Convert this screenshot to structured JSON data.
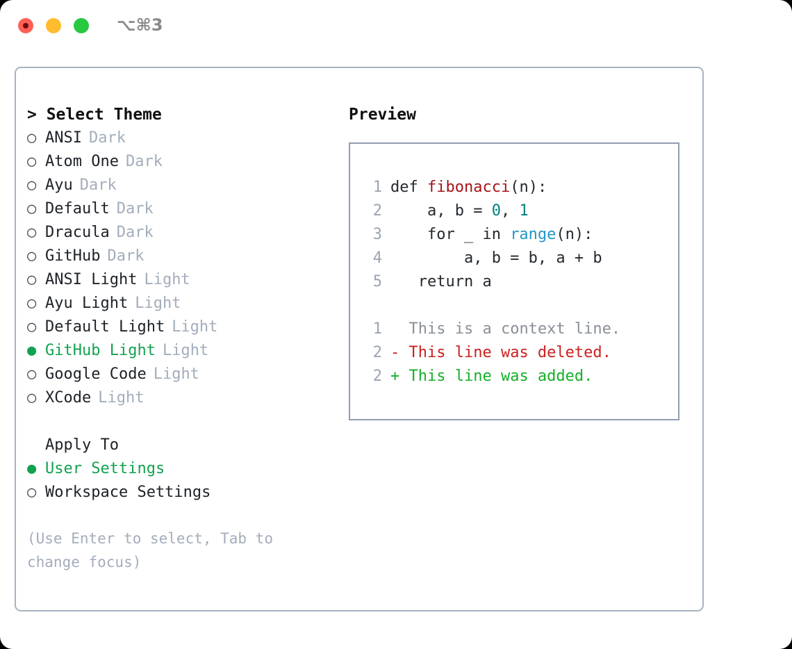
{
  "titlebar": {
    "shortcut": "⌥⌘3",
    "buttons": [
      {
        "name": "close",
        "color": "#ff5f57"
      },
      {
        "name": "minimize",
        "color": "#febc2e"
      },
      {
        "name": "zoom",
        "color": "#28c840"
      }
    ]
  },
  "theme_picker": {
    "title": "> Select Theme",
    "items": [
      {
        "bullet": "○",
        "label": "ANSI",
        "tag": "Dark",
        "selected": false
      },
      {
        "bullet": "○",
        "label": "Atom One",
        "tag": "Dark",
        "selected": false
      },
      {
        "bullet": "○",
        "label": "Ayu",
        "tag": "Dark",
        "selected": false
      },
      {
        "bullet": "○",
        "label": "Default",
        "tag": "Dark",
        "selected": false
      },
      {
        "bullet": "○",
        "label": "Dracula",
        "tag": "Dark",
        "selected": false
      },
      {
        "bullet": "○",
        "label": "GitHub",
        "tag": "Dark",
        "selected": false
      },
      {
        "bullet": "○",
        "label": "ANSI Light",
        "tag": "Light",
        "selected": false
      },
      {
        "bullet": "○",
        "label": "Ayu Light",
        "tag": "Light",
        "selected": false
      },
      {
        "bullet": "○",
        "label": "Default Light",
        "tag": "Light",
        "selected": false
      },
      {
        "bullet": "●",
        "label": "GitHub Light",
        "tag": "Light",
        "selected": true
      },
      {
        "bullet": "○",
        "label": "Google Code",
        "tag": "Light",
        "selected": false
      },
      {
        "bullet": "○",
        "label": "XCode",
        "tag": "Light",
        "selected": false
      }
    ]
  },
  "apply_to": {
    "title": "Apply To",
    "options": [
      {
        "bullet": "●",
        "label": "User Settings",
        "selected": true
      },
      {
        "bullet": "○",
        "label": "Workspace Settings",
        "selected": false
      }
    ]
  },
  "hint": "(Use Enter to select, Tab to change focus)",
  "preview": {
    "title": "Preview",
    "code_lines": [
      {
        "num": "1",
        "parts": [
          {
            "t": "def ",
            "c": "plain"
          },
          {
            "t": "fibonacci",
            "c": "fn"
          },
          {
            "t": "(n):",
            "c": "plain"
          }
        ]
      },
      {
        "num": "2",
        "parts": [
          {
            "t": "    a, b = ",
            "c": "plain"
          },
          {
            "t": "0",
            "c": "num"
          },
          {
            "t": ", ",
            "c": "plain"
          },
          {
            "t": "1",
            "c": "num"
          }
        ]
      },
      {
        "num": "3",
        "parts": [
          {
            "t": "    for _ in ",
            "c": "plain"
          },
          {
            "t": "range",
            "c": "call"
          },
          {
            "t": "(n):",
            "c": "plain"
          }
        ]
      },
      {
        "num": "4",
        "parts": [
          {
            "t": "        a, b = b, a + b",
            "c": "plain"
          }
        ]
      },
      {
        "num": "5",
        "parts": [
          {
            "t": "   return a",
            "c": "plain"
          }
        ]
      }
    ],
    "diff_lines": [
      {
        "num": "1",
        "marker": "  ",
        "text": "This is a context line.",
        "kind": "ctx"
      },
      {
        "num": "2",
        "marker": "- ",
        "text": "This line was deleted.",
        "kind": "del"
      },
      {
        "num": "2",
        "marker": "+ ",
        "text": "This line was added.",
        "kind": "add"
      }
    ]
  },
  "colors": {
    "accent_green": "#12a24f",
    "muted": "#a3adbb",
    "border": "#a8b2c0",
    "preview_border": "#929daf",
    "syntax_function": "#a4151b",
    "syntax_number": "#007d7d",
    "syntax_call": "#2196c9",
    "diff_added": "#14b028",
    "diff_deleted": "#cc2020",
    "diff_context": "#8a8f98"
  }
}
